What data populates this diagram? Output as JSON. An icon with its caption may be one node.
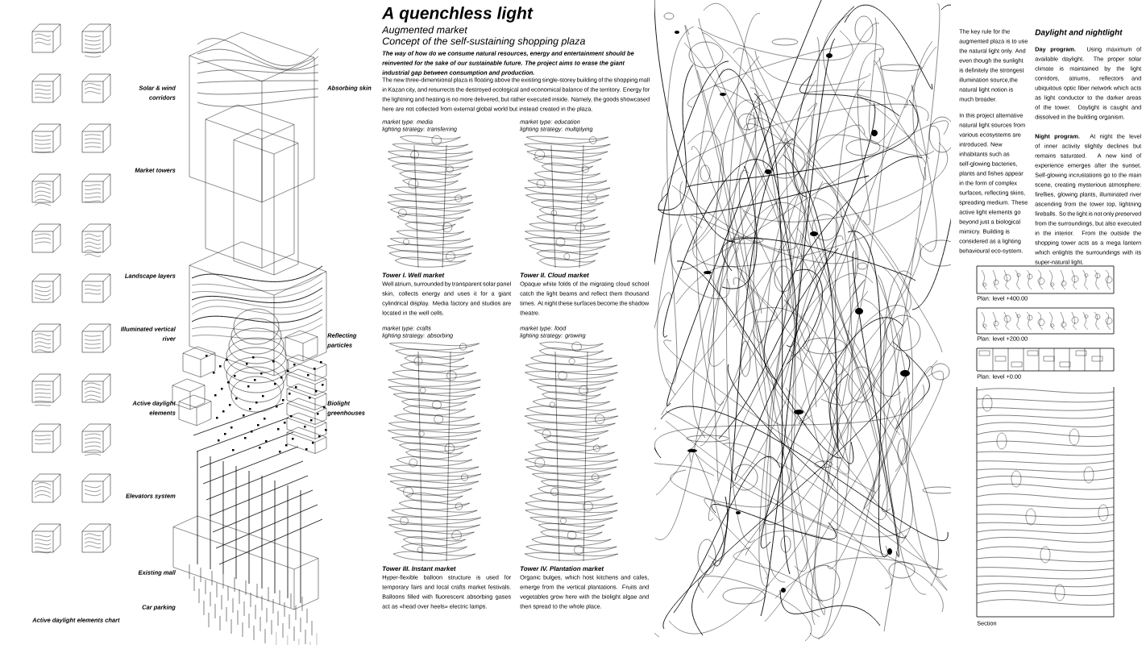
{
  "diagram": {
    "title": "A quenchless light",
    "labels": [
      "Augmented market",
      "Concept of the self-sustaining shopping plaza",
      "The way of how do we consume natural resources, energy and entertainment should be reinvented for the sake of our sustainable future. The project aims to erase the giant industrial gap between consumption and production.",
      "The new three-dimensional plaza is floating above the existing single-storey building of the shopping mall in Kazan city, and resurrects the destroyed ecological and economical balance of the territory. Energy for the lightning and heating is no more delivered, but rather executed inside. Namely, the goods showcased here are not collected from external global world but instead created in the plaza.",
      "Solar & wind corridors",
      "Absorbing skin",
      "Market towers",
      "Landscape layers",
      "Illuminated vertical river",
      "Reflecting particles",
      "Active daylight elements",
      "Biolight greenhouses",
      "Elevators system",
      "Existing mall",
      "Active daylight elements chart",
      "Car parking",
      "market type: media",
      "lighting strategy: transferring",
      "market type: education",
      "lighting strategy: multiplying",
      "Tower I. Well market",
      "Well atrium, surrounded by transparent solar panel skin, collects energy and uses it for a giant cylindrical display. Media factory and studios are located in the well cells.",
      "Tower II. Cloud market",
      "Opaque white folds of the migrating cloud school catch the light beams and reflect them thousand times. At night these surfaces become the shadow theatre.",
      "market type: crafts",
      "lighting strategy: absorbing",
      "market type: food",
      "lighting strategy: growing",
      "Tower III. Instant market",
      "Hyper-flexible balloon structure is used for temporary fairs and local crafts market festivals. Balloons filled with fluorescent absorbing gases act as «head over heels» electric lamps.",
      "Tower IV. Plantation market",
      "Organic bulges, which host kitchens and cafes, emerge from the vertical plantations. Fruits and vegetables grow here with the biolight algae and then spread to the whole place.",
      "The key rule for the augmented plaza is to use the natural light only. And even though the sunlight is definitely the strongest illumination source,the natural light notion is much broader.",
      "In this project alternative natural light sources from various ecosystems are introduced. New inhabitants such as self-glowing bacteries, plants and fishes appear in the form of complex surfaces, reflecting skins, spreading medium. These active light elements go beyond just a biological mimicry. Building is considered as a lighting behavioural eco-system.",
      "Daylight and nightlight",
      "**Day program.** Using maximum of available daylight. The proper solar climate is maintained by the light corridors, atriums, reflectors and ubiquitous optic fiber network which acts as light conductor to the darker areas of the tower. Daylight is caught and dissolved in the building organism.",
      "**Night program.** At night the level of inner activity slightly declines but remains saturated. A new kind of experience emerges after the sunset. Self-glowing incrustations go to the main scene, creating mysterious atmosphere: fireflies, glowing plants, illuminated river ascending from the tower top, lightning fireballs. So the light is not only preserved from the surroundings, but also executed in the interior. From the outside the shopping tower acts as a mega lantern which enlights the surroundings with its super-natural light.",
      "Plan: level +400.00",
      "Plan: level +200.00",
      "Plan: level +0.00",
      "Section"
    ]
  }
}
